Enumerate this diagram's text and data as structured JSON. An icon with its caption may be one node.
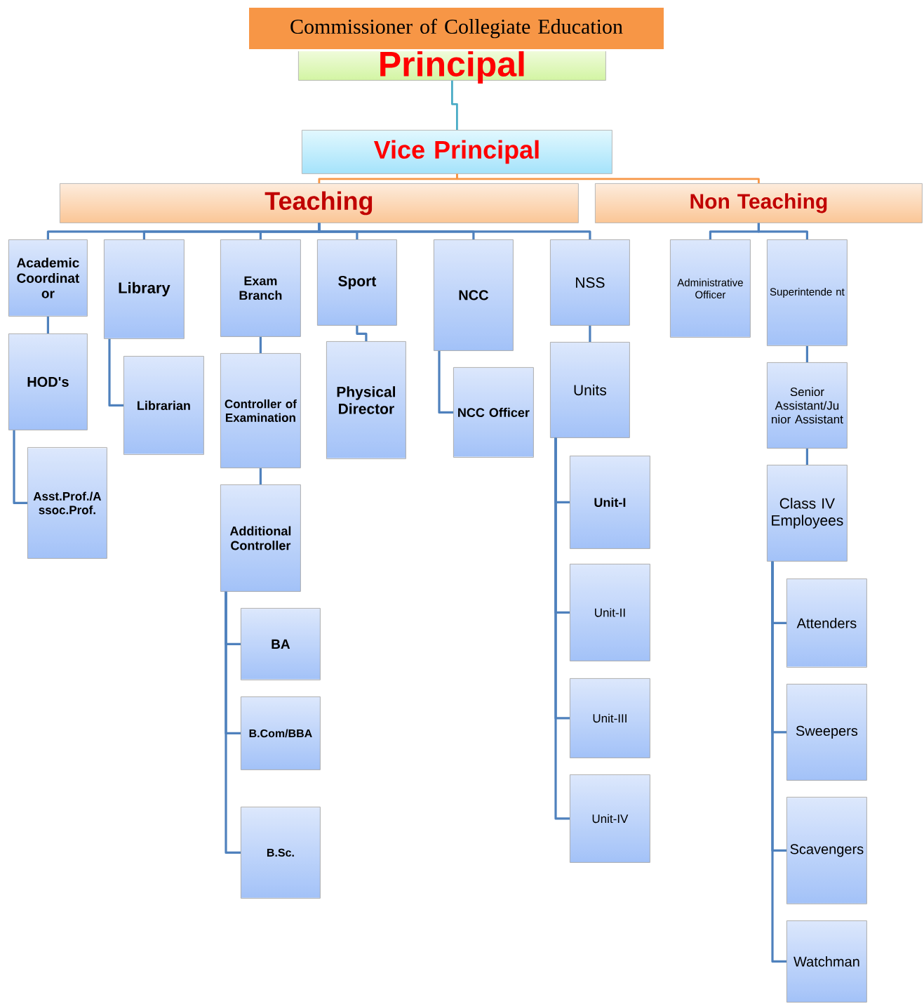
{
  "diagram": {
    "nodes": [
      {
        "text": [
          "Commissioner of Collegiate Education"
        ]
      },
      {
        "text": [
          "Principal"
        ]
      },
      {
        "text": [
          "Vice Principal"
        ]
      },
      {
        "text": [
          "Teaching"
        ]
      },
      {
        "text": [
          "Non Teaching"
        ]
      },
      {
        "text": [
          "Academic Coordinat or"
        ]
      },
      {
        "text": [
          "HOD's"
        ]
      },
      {
        "text": [
          "Asst.Prof./A ssoc.Prof."
        ]
      },
      {
        "text": [
          "Library"
        ]
      },
      {
        "text": [
          "Librarian"
        ]
      },
      {
        "text": [
          "Exam Branch"
        ]
      },
      {
        "text": [
          "Controller of Examination"
        ]
      },
      {
        "text": [
          "Additional Controller"
        ]
      },
      {
        "text": [
          "BA"
        ]
      },
      {
        "text": [
          "B.Com/BBA"
        ]
      },
      {
        "text": [
          "B.Sc."
        ]
      },
      {
        "text": [
          "Sport"
        ]
      },
      {
        "text": [
          "Physical Director"
        ]
      },
      {
        "text": [
          "NCC"
        ]
      },
      {
        "text": [
          "NCC Officer"
        ]
      },
      {
        "text": [
          "NSS"
        ]
      },
      {
        "text": [
          "Units"
        ]
      },
      {
        "text": [
          "Unit-I"
        ]
      },
      {
        "text": [
          "Unit-II"
        ]
      },
      {
        "text": [
          "Unit-III"
        ]
      },
      {
        "text": [
          "Unit-IV"
        ]
      },
      {
        "text": [
          "Administrative Officer"
        ]
      },
      {
        "text": [
          "Superintende nt"
        ]
      },
      {
        "text": [
          "Senior Assistant/Ju nior Assistant"
        ]
      },
      {
        "text": [
          "Class IV Employees"
        ]
      },
      {
        "text": [
          "Attenders"
        ]
      },
      {
        "text": [
          "Sweepers"
        ]
      },
      {
        "text": [
          "Scavengers"
        ]
      },
      {
        "text": [
          "Watchman"
        ]
      }
    ],
    "edges": [
      {
        "from": 1,
        "to": 2,
        "arrow": "none",
        "color": "#4bacc6"
      },
      {
        "from": 2,
        "to": 3,
        "arrow": "none",
        "color": "#f79646"
      },
      {
        "from": 2,
        "to": 4,
        "arrow": "none",
        "color": "#f79646"
      },
      {
        "from": 3,
        "to": 5,
        "arrow": "none"
      },
      {
        "from": 3,
        "to": 8,
        "arrow": "none"
      },
      {
        "from": 3,
        "to": 10,
        "arrow": "none"
      },
      {
        "from": 3,
        "to": 16,
        "arrow": "none"
      },
      {
        "from": 3,
        "to": 18,
        "arrow": "none"
      },
      {
        "from": 3,
        "to": 20,
        "arrow": "none"
      },
      {
        "from": 4,
        "to": 26,
        "arrow": "none"
      },
      {
        "from": 4,
        "to": 27,
        "arrow": "none"
      },
      {
        "from": 5,
        "to": 6,
        "arrow": "none"
      },
      {
        "from": 6,
        "to": 7,
        "arrow": "none"
      },
      {
        "from": 8,
        "to": 9,
        "arrow": "none"
      },
      {
        "from": 10,
        "to": 11,
        "arrow": "none"
      },
      {
        "from": 11,
        "to": 12,
        "arrow": "none"
      },
      {
        "from": 12,
        "to": 13,
        "arrow": "none"
      },
      {
        "from": 12,
        "to": 14,
        "arrow": "none"
      },
      {
        "from": 12,
        "to": 15,
        "arrow": "none"
      },
      {
        "from": 16,
        "to": 17,
        "arrow": "none"
      },
      {
        "from": 18,
        "to": 19,
        "arrow": "none"
      },
      {
        "from": 20,
        "to": 21,
        "arrow": "none"
      },
      {
        "from": 21,
        "to": 22,
        "arrow": "none"
      },
      {
        "from": 21,
        "to": 23,
        "arrow": "none"
      },
      {
        "from": 21,
        "to": 24,
        "arrow": "none"
      },
      {
        "from": 21,
        "to": 25,
        "arrow": "none"
      },
      {
        "from": 27,
        "to": 28,
        "arrow": "none"
      },
      {
        "from": 28,
        "to": 29,
        "arrow": "none"
      },
      {
        "from": 29,
        "to": 30,
        "arrow": "none"
      },
      {
        "from": 29,
        "to": 31,
        "arrow": "none"
      },
      {
        "from": 29,
        "to": 32,
        "arrow": "none"
      },
      {
        "from": 29,
        "to": 33,
        "arrow": "none"
      }
    ]
  }
}
